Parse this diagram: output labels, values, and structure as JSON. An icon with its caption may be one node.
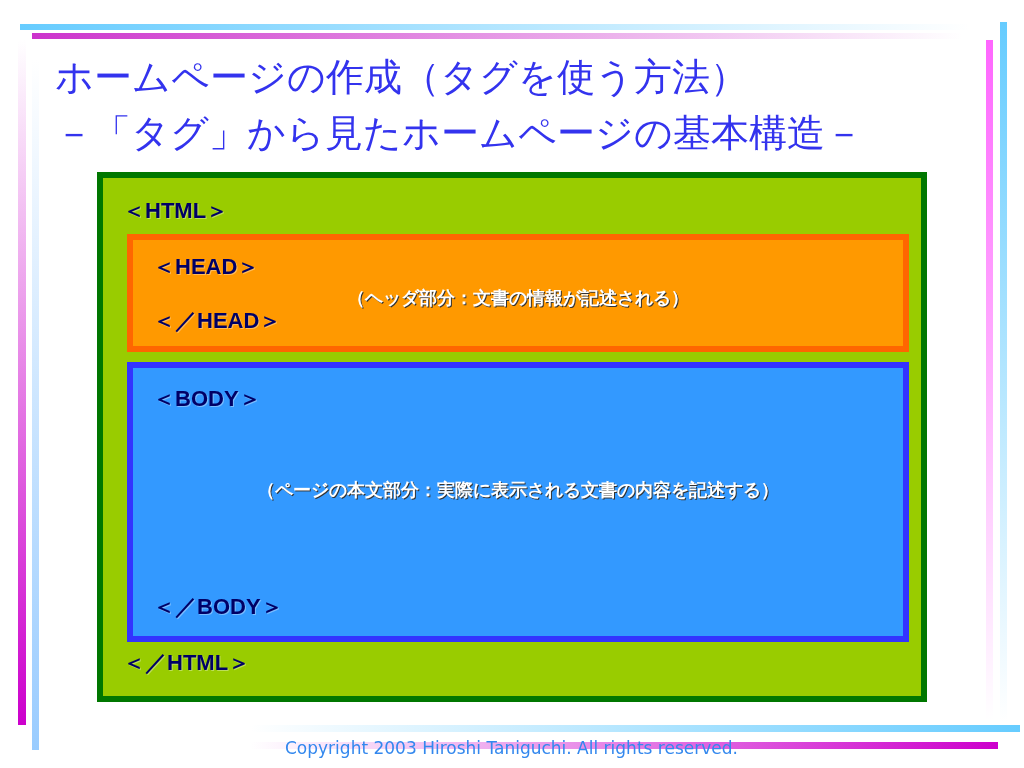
{
  "diagram": {
    "title": "ホームページの作成（タグを使う方法）",
    "nodes": [
      {
        "text": [
          "＜HTML＞",
          "＜／HTML＞"
        ]
      },
      {
        "text": [
          "＜HEAD＞",
          "（ヘッダ部分：文書の情報が記述される）",
          "＜／HEAD＞"
        ],
        "in": 0
      },
      {
        "text": [
          "＜BODY＞",
          "（ページの本文部分：実際に表示される文書の内容を記述する）",
          "＜／BODY＞"
        ],
        "in": 0
      }
    ],
    "labels": [
      "－「タグ」から見たホームページの基本構造－",
      "Copyright 2003 Hiroshi Taniguchi. All rights reserved."
    ]
  }
}
